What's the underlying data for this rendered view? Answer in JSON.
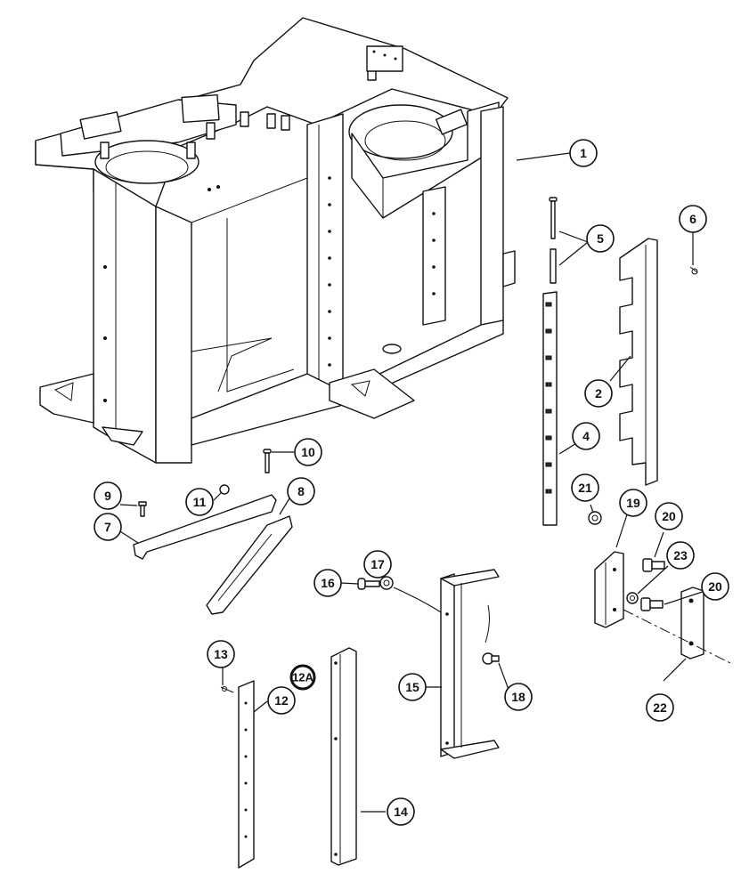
{
  "diagram": {
    "callouts": [
      {
        "id": "c1",
        "label": "1"
      },
      {
        "id": "c2",
        "label": "2"
      },
      {
        "id": "c4",
        "label": "4"
      },
      {
        "id": "c5",
        "label": "5"
      },
      {
        "id": "c6",
        "label": "6"
      },
      {
        "id": "c7",
        "label": "7"
      },
      {
        "id": "c8",
        "label": "8"
      },
      {
        "id": "c9",
        "label": "9"
      },
      {
        "id": "c10",
        "label": "10"
      },
      {
        "id": "c11",
        "label": "11"
      },
      {
        "id": "c12",
        "label": "12"
      },
      {
        "id": "c12a",
        "label": "12A"
      },
      {
        "id": "c13",
        "label": "13"
      },
      {
        "id": "c14",
        "label": "14"
      },
      {
        "id": "c15",
        "label": "15"
      },
      {
        "id": "c16",
        "label": "16"
      },
      {
        "id": "c17",
        "label": "17"
      },
      {
        "id": "c18",
        "label": "18"
      },
      {
        "id": "c19",
        "label": "19"
      },
      {
        "id": "c20a",
        "label": "20"
      },
      {
        "id": "c20b",
        "label": "20"
      },
      {
        "id": "c21",
        "label": "21"
      },
      {
        "id": "c22",
        "label": "22"
      },
      {
        "id": "c23",
        "label": "23"
      }
    ]
  }
}
